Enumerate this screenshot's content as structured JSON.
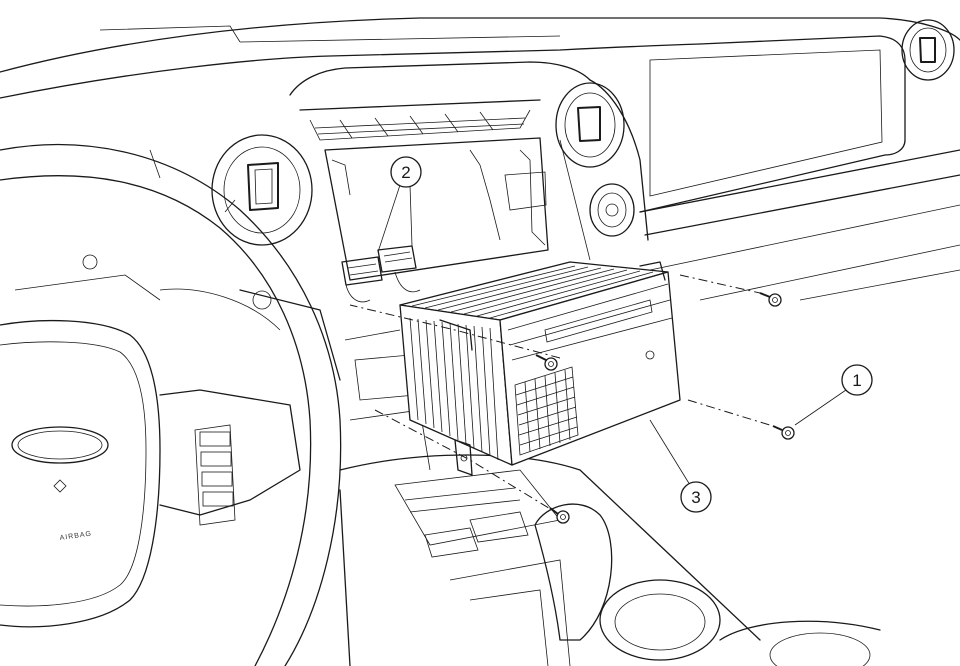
{
  "figure": {
    "callouts": [
      {
        "id": "1",
        "label": "1"
      },
      {
        "id": "2",
        "label": "2"
      },
      {
        "id": "3",
        "label": "3"
      }
    ],
    "markings": {
      "airbag_text": "AIRBAG"
    }
  },
  "colors": {
    "line": "#1a1a1a",
    "background": "#ffffff"
  }
}
